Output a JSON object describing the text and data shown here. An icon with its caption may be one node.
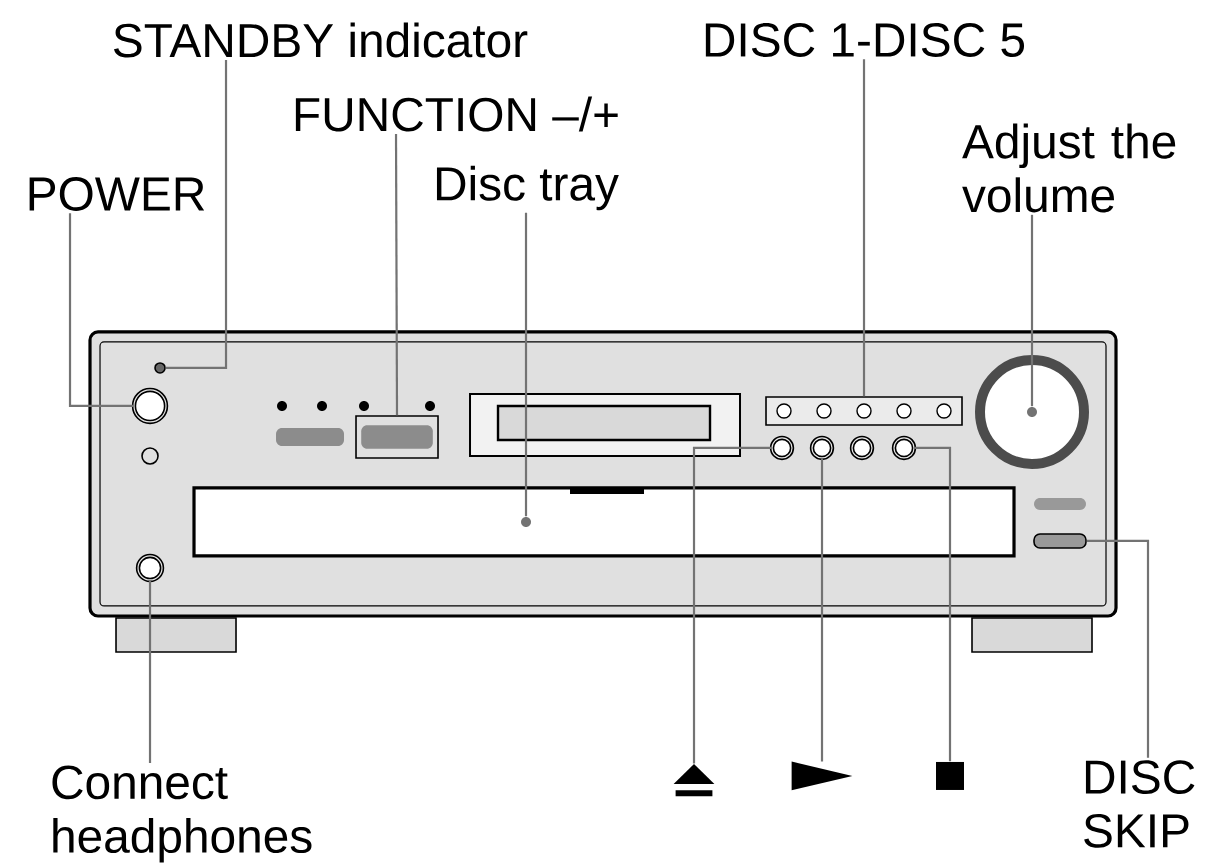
{
  "diagram": {
    "nodes": [
      {
        "text": [
          "STANDBY indicator"
        ]
      },
      {
        "text": [
          "DISC 1-DISC 5"
        ]
      },
      {
        "text": [
          "FUNCTION –/+"
        ]
      },
      {
        "text": [
          "Adjust the volume"
        ]
      },
      {
        "text": [
          "POWER"
        ]
      },
      {
        "text": [
          "Disc tray"
        ]
      },
      {
        "text": [
          "Connect headphones"
        ]
      },
      {
        "text": [],
        "shape": "triangle"
      },
      {
        "text": [],
        "shape": "triangle"
      },
      {
        "text": [],
        "shape": "box"
      },
      {
        "text": [
          "DISC SKIP"
        ]
      },
      {
        "text": [],
        "shape": "box"
      },
      {
        "text": [],
        "shape": "circle",
        "in": 11
      },
      {
        "text": [],
        "shape": "circle",
        "in": 11
      },
      {
        "text": [],
        "shape": "box",
        "in": 11
      },
      {
        "text": [],
        "shape": "box",
        "in": 11
      },
      {
        "text": [],
        "shape": "box",
        "in": 11
      },
      {
        "text": [],
        "shape": "circle",
        "in": 11
      },
      {
        "text": [],
        "shape": "circle",
        "in": 11
      },
      {
        "text": [],
        "shape": "circle",
        "in": 11
      },
      {
        "text": [],
        "shape": "circle",
        "in": 11
      },
      {
        "text": [],
        "shape": "box",
        "in": 11
      },
      {
        "text": [],
        "shape": "circle",
        "in": 11
      },
      {
        "text": [],
        "shape": "circle",
        "in": 15
      },
      {
        "text": [],
        "shape": "circle",
        "in": 17
      }
    ],
    "edges": [
      {
        "from": 0,
        "to": 13,
        "arrow": "none"
      },
      {
        "from": 1,
        "to": 16,
        "arrow": "none"
      },
      {
        "from": 2,
        "to": 14,
        "arrow": "none"
      },
      {
        "from": 3,
        "to": 24,
        "arrow": "none"
      },
      {
        "from": 4,
        "to": 12,
        "arrow": "none"
      },
      {
        "from": 5,
        "to": 23,
        "arrow": "none"
      },
      {
        "from": 6,
        "to": 22,
        "arrow": "none"
      },
      {
        "from": 7,
        "to": 18,
        "arrow": "none"
      },
      {
        "from": 8,
        "to": 19,
        "arrow": "none"
      },
      {
        "from": 9,
        "to": 20,
        "arrow": "none"
      },
      {
        "from": 10,
        "to": 21,
        "arrow": "none"
      }
    ]
  }
}
